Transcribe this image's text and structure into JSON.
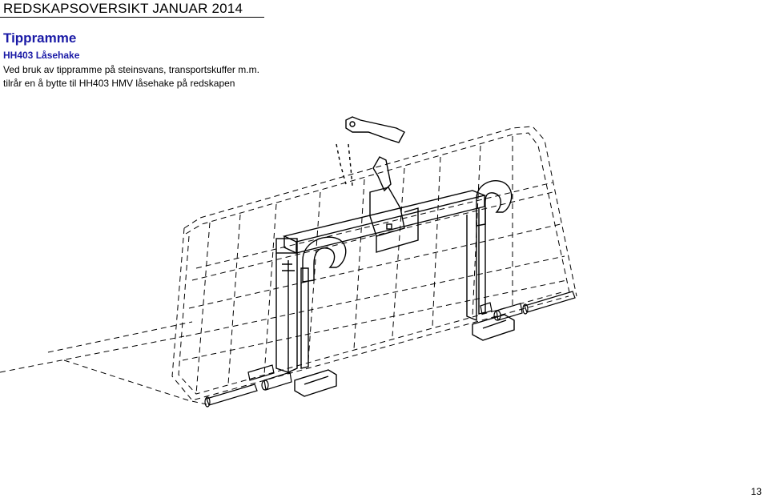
{
  "header": {
    "title": "REDSKAPSOVERSIKT  JANUAR 2014"
  },
  "section": {
    "title": "Tippramme",
    "subtitle": "HH403 Låsehake",
    "lines": [
      "Ved  bruk av tippramme på steinsvans, transportskuffer m.m.",
      "tilrår en å bytte til HH403 HMV låsehake på redskapen"
    ]
  },
  "illustration": {
    "name": "tipping-frame-with-locking-hooks"
  },
  "footer": {
    "page_number": "13"
  }
}
